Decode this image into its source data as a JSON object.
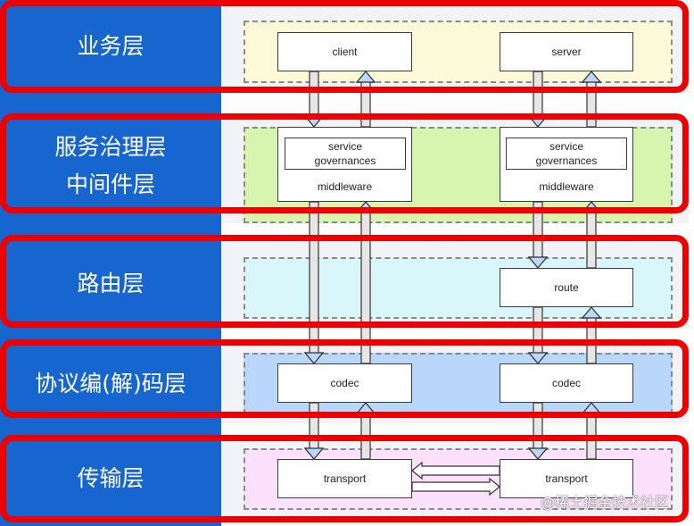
{
  "layers": [
    {
      "id": "business",
      "label": "业务层",
      "color": "#fbf9d8"
    },
    {
      "id": "governance",
      "label_lines": [
        "服务治理层",
        "中间件层"
      ],
      "color": "#d8f5b0"
    },
    {
      "id": "routing",
      "label": "路由层",
      "color": "#d9f6fb"
    },
    {
      "id": "codec",
      "label": "协议编(解)码层",
      "color": "#b9d7fb"
    },
    {
      "id": "transport",
      "label": "传输层",
      "color": "#fde0fb"
    }
  ],
  "components": {
    "client": "client",
    "server": "server",
    "service_governances_line1": "service",
    "service_governances_line2": "governances",
    "middleware": "middleware",
    "route": "route",
    "codec": "codec",
    "transport": "transport"
  },
  "colors": {
    "left_panel": "#1765cf",
    "highlight_frame": "#ee0000",
    "arrow_fill": "#e6e6e6",
    "arrow_stroke": "#333333",
    "arrow_head_fill": "#b9d7fb"
  },
  "watermark": "@稀土掘金技术社区"
}
